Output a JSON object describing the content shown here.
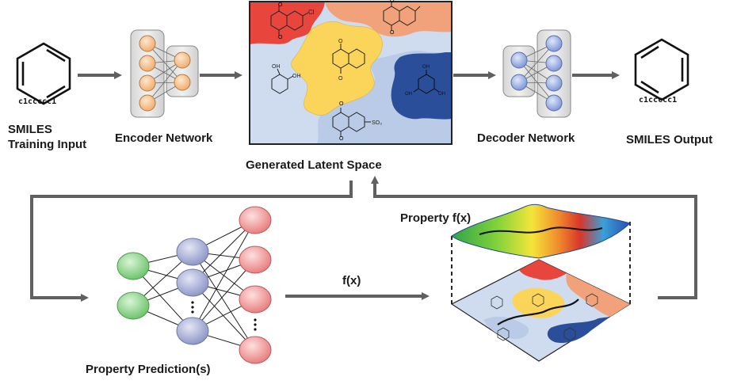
{
  "labels": {
    "smiles_input_line1": "SMILES",
    "smiles_input_line2": "Training Input",
    "encoder": "Encoder Network",
    "latent": "Generated Latent Space",
    "decoder": "Decoder Network",
    "smiles_output": "SMILES Output",
    "prediction": "Property Prediction(s)",
    "fx": "f(x)",
    "property_fx": "Property f(x)"
  },
  "smiles": {
    "input": "c1ccccc1",
    "output": "c1ccccc1"
  },
  "molecule_labels": {
    "cl": "Cl",
    "so3": "SO₃",
    "oh_a": "OH",
    "oh_b": "OH",
    "oh_c": "OH",
    "oh_d": "OH",
    "oh_e": "OH",
    "o_a": "O",
    "o_b": "O",
    "o_c": "O",
    "o_d": "O",
    "o_e": "O",
    "o_f": "O",
    "o_g": "O",
    "o_h": "O"
  },
  "colors": {
    "arrow": "#5f6062",
    "region_red": "#e8453c",
    "region_orange": "#f2a27a",
    "region_yellow": "#fbd45a",
    "region_lightblue": "#b9cbe6",
    "region_paleblue": "#cfdcef",
    "region_darkblue": "#2b4e9a",
    "node_orange": "#f7c79a",
    "node_blue": "#9fb4e2",
    "node_green": "#8fd48f",
    "node_purple": "#aab1d8",
    "node_pink": "#f19a9a"
  }
}
